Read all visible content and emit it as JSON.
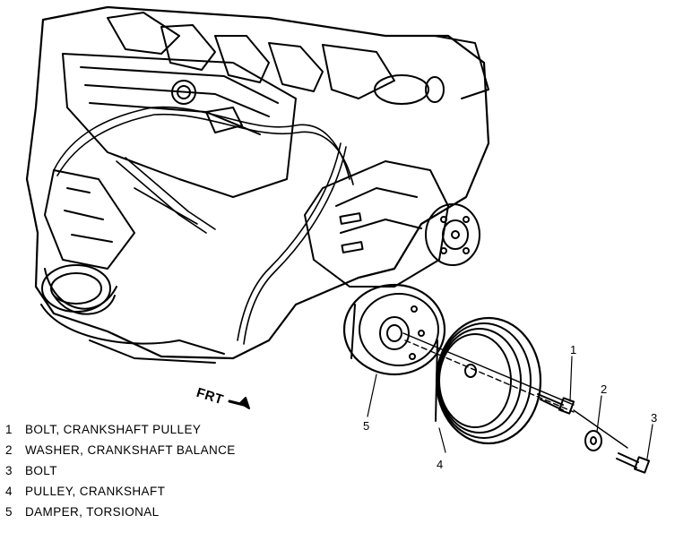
{
  "diagram": {
    "direction_label": "FRT",
    "callouts": [
      {
        "id": "1",
        "text": "1"
      },
      {
        "id": "2",
        "text": "2"
      },
      {
        "id": "3",
        "text": "3"
      },
      {
        "id": "4",
        "text": "4"
      },
      {
        "id": "5",
        "text": "5"
      }
    ],
    "legend": [
      {
        "num": "1",
        "label": "BOLT, CRANKSHAFT PULLEY"
      },
      {
        "num": "2",
        "label": "WASHER, CRANKSHAFT BALANCE"
      },
      {
        "num": "3",
        "label": "BOLT"
      },
      {
        "num": "4",
        "label": "PULLEY, CRANKSHAFT"
      },
      {
        "num": "5",
        "label": "DAMPER, TORSIONAL"
      }
    ]
  }
}
